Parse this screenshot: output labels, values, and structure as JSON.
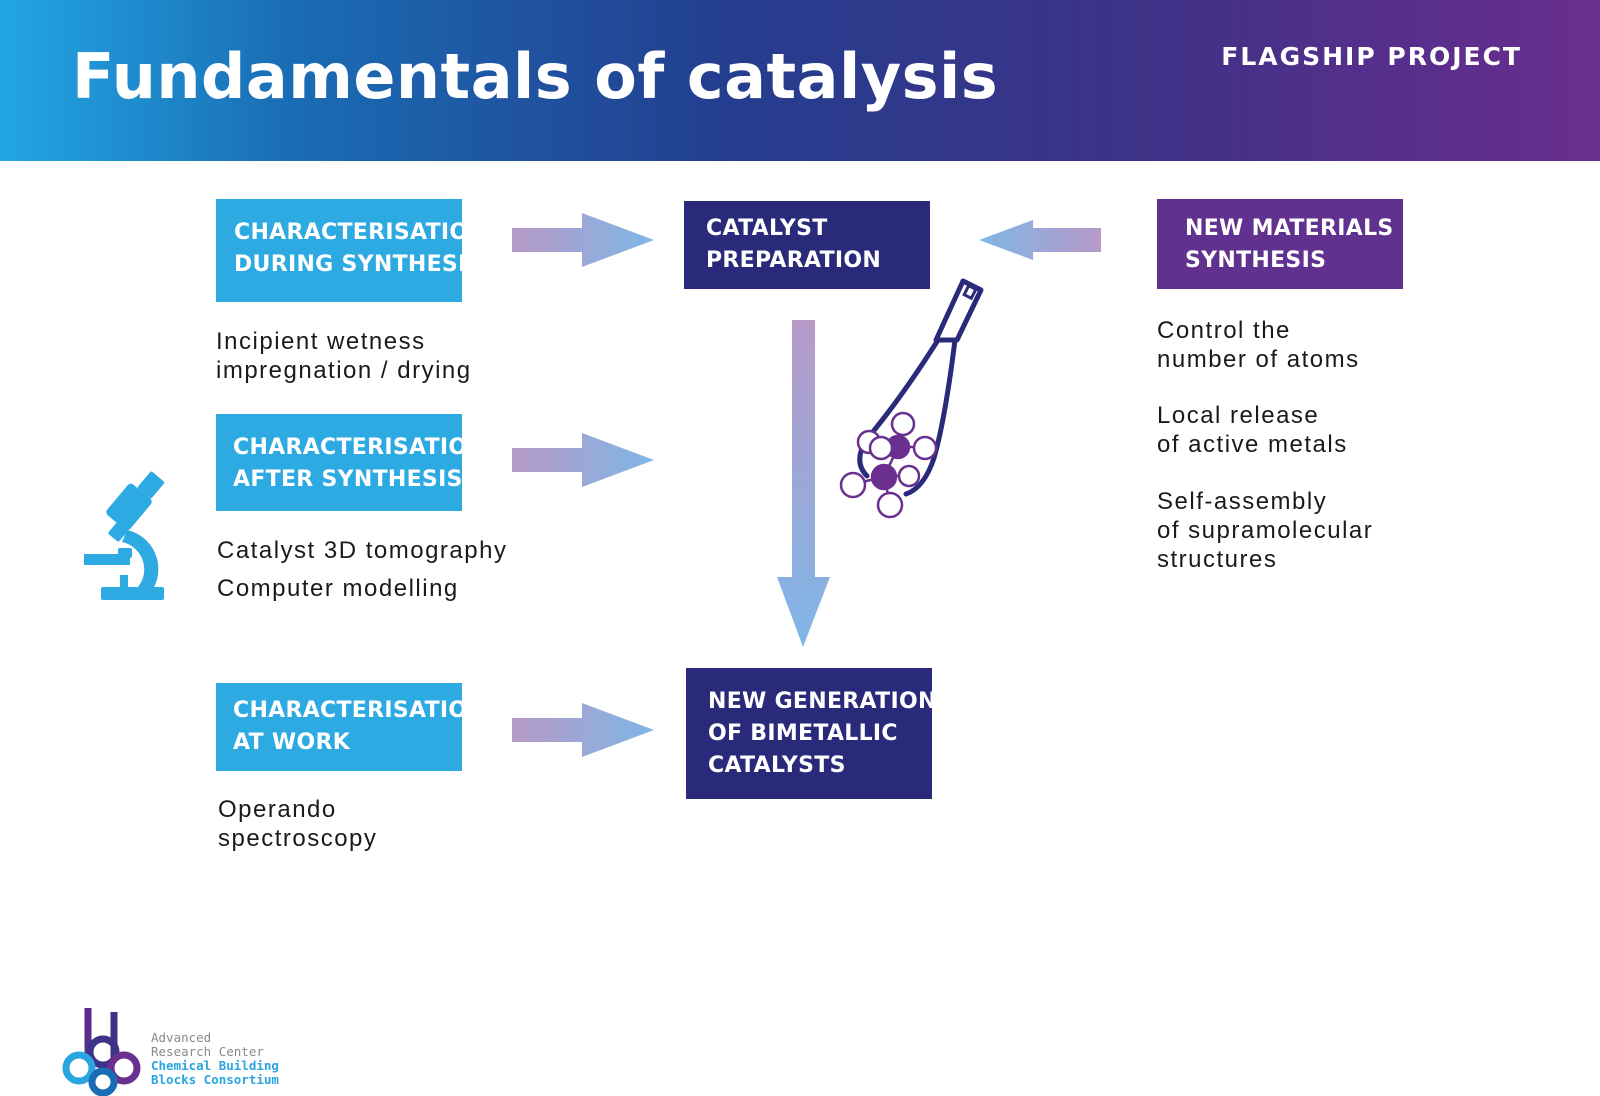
{
  "header": {
    "title": "Fundamentals of catalysis",
    "tag": "FLAGSHIP PROJECT"
  },
  "boxes": {
    "char_during": [
      "CHARACTERISATION",
      "DURING SYNTHESIS"
    ],
    "char_after": [
      "CHARACTERISATION",
      "AFTER SYNTHESIS"
    ],
    "char_work": [
      "CHARACTERISATION",
      "AT WORK"
    ],
    "catalyst_prep": [
      "CATALYST",
      "PREPARATION"
    ],
    "new_generation": [
      "NEW GENERATION",
      "OF BIMETALLIC",
      "CATALYSTS"
    ],
    "new_materials": [
      "NEW MATERIALS",
      "SYNTHESIS"
    ]
  },
  "texts": {
    "during": [
      "Incipient wetness",
      "impregnation / drying"
    ],
    "after_1": "Catalyst 3D tomography",
    "after_2": "Computer modelling",
    "work": [
      "Operando",
      "spectroscopy"
    ],
    "control": [
      "Control the",
      "number of atoms"
    ],
    "release": [
      "Local release",
      "of active metals"
    ],
    "assembly": [
      "Self-assembly",
      "of supramolecular",
      "structures"
    ]
  },
  "logo": {
    "line1": "Advanced",
    "line2": "Research Center",
    "line3": "Chemical Building",
    "line4": "Blocks Consortium"
  },
  "colors": {
    "cyan_box": "#2eaae3",
    "navy_box": "#2a2a7b",
    "violet_box": "#61318f",
    "arrow_start": "#b79ac8",
    "arrow_end": "#7fb6e6"
  },
  "icons": [
    "microscope-icon",
    "tweezers-molecule-icon",
    "logo-icon"
  ]
}
